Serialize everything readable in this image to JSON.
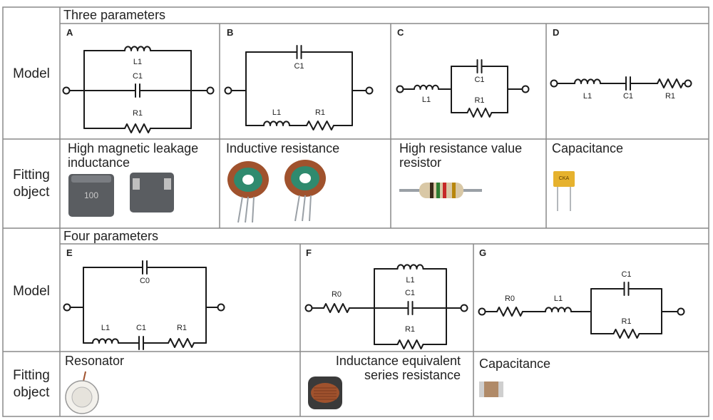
{
  "rows": {
    "model_1": "Model",
    "fitting_1": [
      "Fitting",
      "object"
    ],
    "model_2": "Model",
    "fitting_2": [
      "Fitting",
      "object"
    ]
  },
  "sections": {
    "three": "Three parameters",
    "four": "Four parameters"
  },
  "panels": {
    "A": {
      "letter": "A",
      "object": [
        "High magnetic leakage",
        "inductance"
      ]
    },
    "B": {
      "letter": "B",
      "object": [
        "Inductive resistance"
      ]
    },
    "C": {
      "letter": "C",
      "object": [
        "High resistance value",
        "resistor"
      ]
    },
    "D": {
      "letter": "D",
      "object": [
        "Capacitance"
      ]
    },
    "E": {
      "letter": "E",
      "object": [
        "Resonator"
      ]
    },
    "F": {
      "letter": "F",
      "object": [
        "Inductance equivalent",
        "series resistance"
      ]
    },
    "G": {
      "letter": "G",
      "object": [
        "Capacitance"
      ]
    }
  },
  "components": {
    "L1": "L1",
    "C1": "C1",
    "R1": "R1",
    "C0": "C0",
    "R0": "R0"
  },
  "photos": {
    "inductor_marking": "100",
    "capacitor_marking": "CKA"
  },
  "colors": {
    "grid": "#8a8a8a",
    "wire": "#1a1a1a",
    "inductor_body": "#5a5d61",
    "ferrite_core": "#2f8a6e",
    "copper": "#a0522d",
    "resistor_body": "#d9c8a6",
    "capacitor_yellow": "#e6b22e",
    "smd_cap": "#b08a68"
  }
}
